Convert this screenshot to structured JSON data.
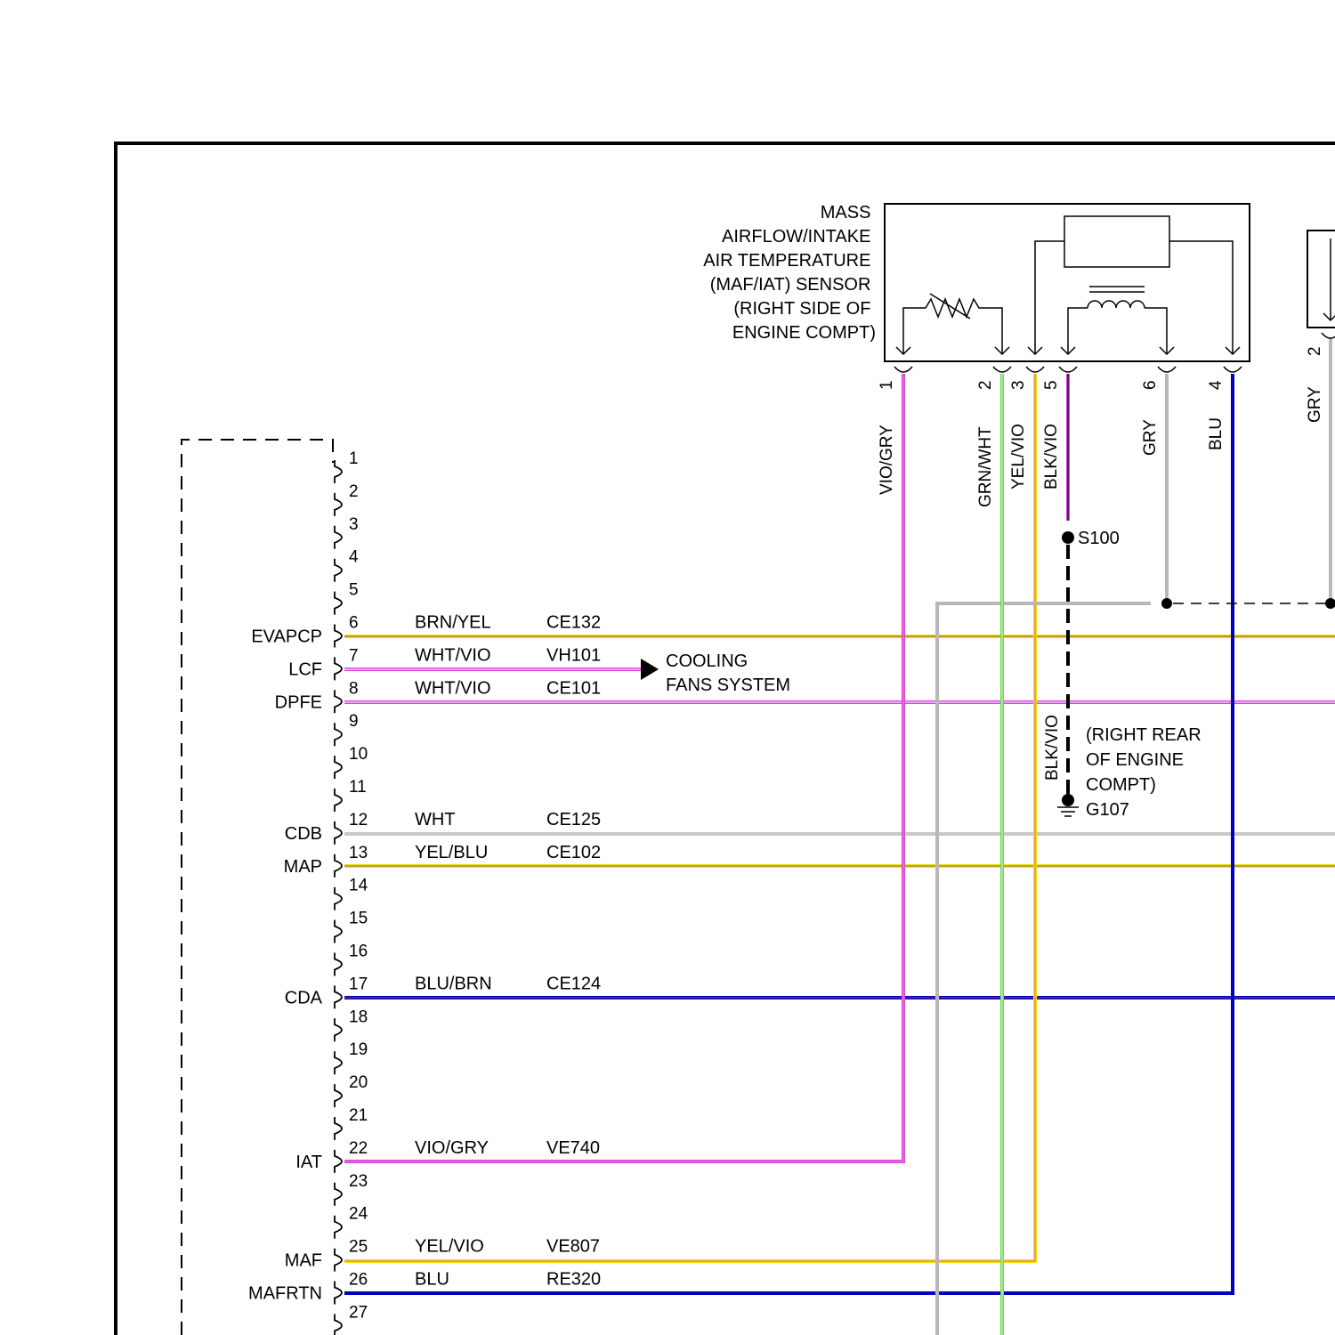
{
  "sensor": {
    "name_lines": [
      "MASS",
      "AIRFLOW/INTAKE",
      "AIR TEMPERATURE",
      "(MAF/IAT) SENSOR",
      "(RIGHT SIDE OF",
      "ENGINE COMPT)"
    ],
    "pins": [
      {
        "num": "1",
        "color_label": "VIO/GRY"
      },
      {
        "num": "2",
        "color_label": "GRN/WHT"
      },
      {
        "num": "3",
        "color_label": "YEL/VIO"
      },
      {
        "num": "5",
        "color_label": "BLK/VIO"
      },
      {
        "num": "6",
        "color_label": "GRY"
      },
      {
        "num": "4",
        "color_label": "BLU"
      }
    ]
  },
  "right_component": {
    "pin": "2",
    "color_label": "GRY"
  },
  "splice": {
    "label": "S100",
    "wire_label": "BLK/VIO"
  },
  "ground": {
    "location_lines": [
      "(RIGHT REAR",
      "OF ENGINE",
      "COMPT)"
    ],
    "label": "G107"
  },
  "cooling": {
    "lines": [
      "COOLING",
      "FANS SYSTEM"
    ]
  },
  "pcm": {
    "pins": [
      {
        "num": "1"
      },
      {
        "num": "2"
      },
      {
        "num": "3"
      },
      {
        "num": "4"
      },
      {
        "num": "5"
      },
      {
        "num": "6",
        "signal": "EVAPCP",
        "wire": "BRN/YEL",
        "circuit": "CE132"
      },
      {
        "num": "7",
        "signal": "LCF",
        "wire": "WHT/VIO",
        "circuit": "VH101"
      },
      {
        "num": "8",
        "signal": "DPFE",
        "wire": "WHT/VIO",
        "circuit": "CE101"
      },
      {
        "num": "9"
      },
      {
        "num": "10"
      },
      {
        "num": "11"
      },
      {
        "num": "12",
        "signal": "CDB",
        "wire": "WHT",
        "circuit": "CE125"
      },
      {
        "num": "13",
        "signal": "MAP",
        "wire": "YEL/BLU",
        "circuit": "CE102"
      },
      {
        "num": "14"
      },
      {
        "num": "15"
      },
      {
        "num": "16"
      },
      {
        "num": "17",
        "signal": "CDA",
        "wire": "BLU/BRN",
        "circuit": "CE124"
      },
      {
        "num": "18"
      },
      {
        "num": "19"
      },
      {
        "num": "20"
      },
      {
        "num": "21"
      },
      {
        "num": "22",
        "signal": "IAT",
        "wire": "VIO/GRY",
        "circuit": "VE740"
      },
      {
        "num": "23"
      },
      {
        "num": "24"
      },
      {
        "num": "25",
        "signal": "MAF",
        "wire": "YEL/VIO",
        "circuit": "VE807"
      },
      {
        "num": "26",
        "signal": "MAFRTN",
        "wire": "BLU",
        "circuit": "RE320"
      },
      {
        "num": "27"
      }
    ]
  },
  "colors": {
    "violet": "#e040e0",
    "green": "#66dd44",
    "yellow": "#f0e000",
    "orange_stripe": "#ffb040",
    "blue": "#0000c0",
    "gray": "#b8b8b8",
    "brown": "#b07020",
    "black": "#000000"
  }
}
